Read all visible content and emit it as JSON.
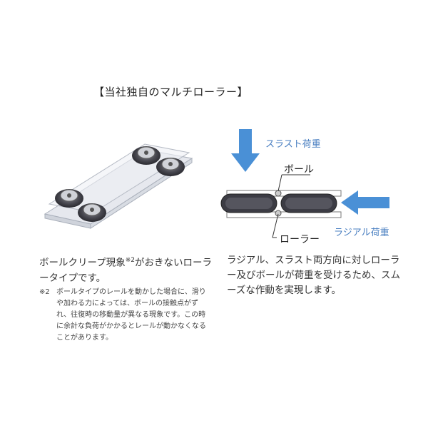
{
  "heading": "【当社独自のマルチローラー】",
  "labels": {
    "thrust_load": "スラスト荷重",
    "ball": "ボール",
    "radial_load": "ラジアル荷重",
    "roller": "ローラー"
  },
  "left_text": {
    "main_before": "ボールクリープ現象",
    "superscript": "※2",
    "main_after": "がおきないローラータイプです。",
    "note_mark": "※2",
    "note_body": "ボールタイプのレールを動かした場合に、滑りや加わる力によっては、ボールの接触点がずれ、往復時の移動量が異なる現象です。この時に余計な負荷がかかるとレールが動かなくなることがあります。"
  },
  "right_text": "ラジアル、スラスト両方向に対しローラー及びボールが荷重を受けるため、スムーズな作動を実現します。",
  "colors": {
    "arrow_blue": "#4a90d6",
    "label_blue": "#4a7fc1",
    "roller_dark": "#3c3c44"
  }
}
